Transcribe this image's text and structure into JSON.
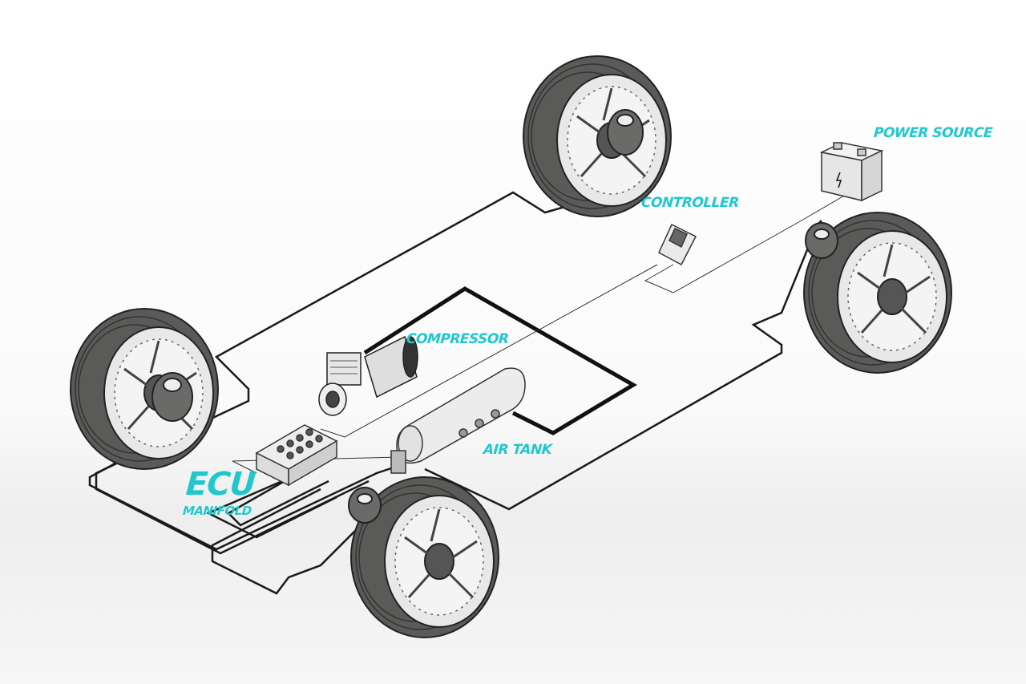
{
  "labels": {
    "power_source": "POWER SOURCE",
    "controller": "CONTROLLER",
    "compressor": "COMPRESSOR",
    "air_tank": "AIR TANK",
    "ecu": "ECU",
    "manifold": "MANIFOLD"
  },
  "colors": {
    "label": "#22c7cc",
    "tire": "#5a5a58",
    "line": "#1a1a1a"
  }
}
